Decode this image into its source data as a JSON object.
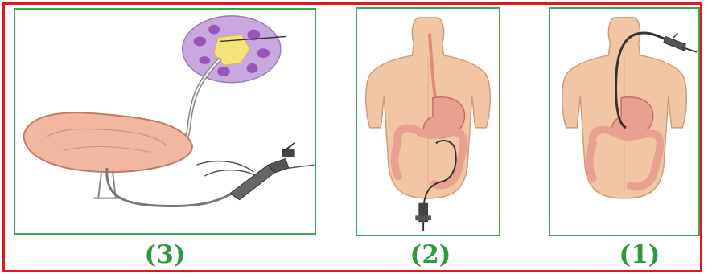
{
  "figure": {
    "panels": [
      {
        "caption": "(3)",
        "icon": "kidney-bladder-catheter-illustration"
      },
      {
        "caption": "(2)",
        "icon": "torso-lower-endoscopy-illustration"
      },
      {
        "caption": "(1)",
        "icon": "torso-upper-endoscopy-illustration"
      }
    ]
  },
  "colors": {
    "frame": "#e01818",
    "panel_border": "#3aa655",
    "caption": "#2e9a3e",
    "skin": "#f2c6a4",
    "organ": "#e8a090",
    "kidney": "#c9a8e0",
    "bladder": "#f1b7a0",
    "scope": "#333333"
  }
}
